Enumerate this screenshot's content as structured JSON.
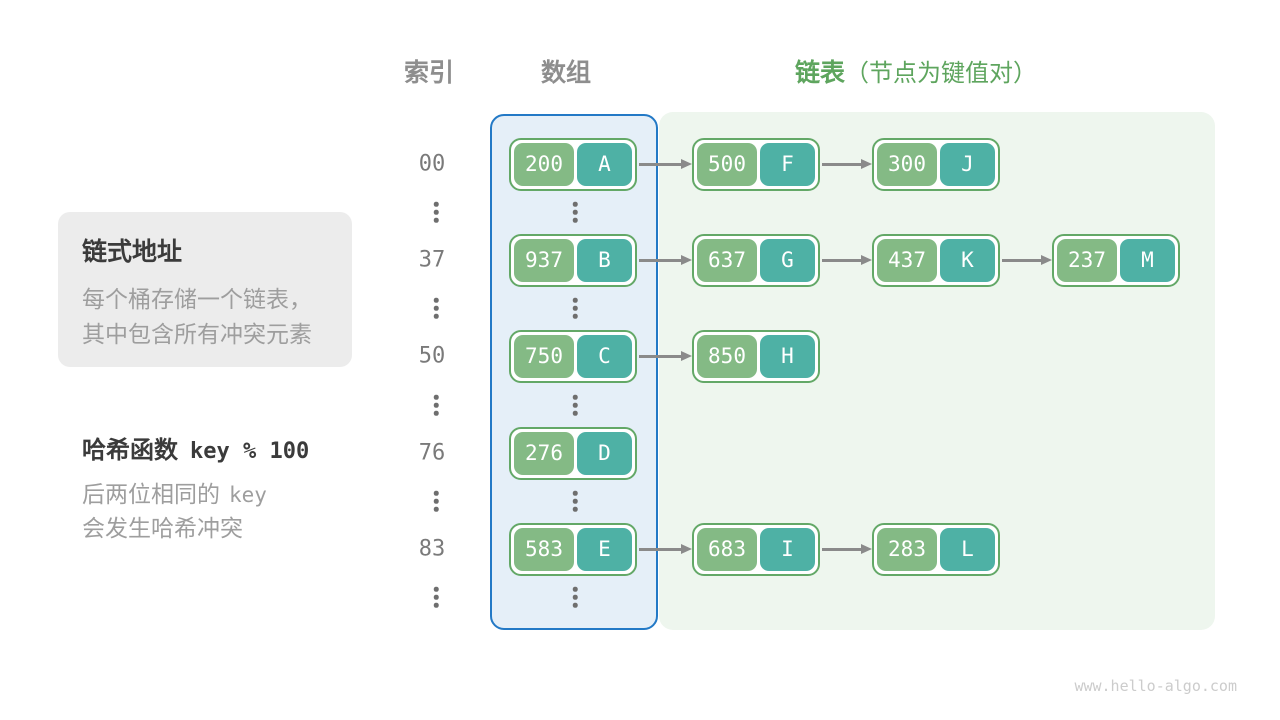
{
  "colors": {
    "key_cell": "#84ba85",
    "value_cell": "#4eb1a5",
    "node_border": "#63a867",
    "array_box_border": "#2379c6",
    "array_box_fill": "#e5eff8",
    "linked_list_fill": "#eef6ee",
    "accent_green_text": "#5ea55e"
  },
  "headers": {
    "index": "索引",
    "array": "数组",
    "linked_list": "链表",
    "linked_list_note": "（节点为键值对）"
  },
  "info_box": {
    "title": "链式地址",
    "line1": "每个桶存储一个链表，",
    "line2": "其中包含所有冲突元素"
  },
  "hash_note": {
    "label": "哈希函数",
    "code": "key % 100",
    "line2_text": "后两位相同的",
    "line2_code": "key",
    "line3": "会发生哈希冲突"
  },
  "hash_table": {
    "ellipsis": "⋮",
    "rows": [
      {
        "index": "00",
        "bucket": {
          "key": "200",
          "value": "A"
        },
        "chain": [
          {
            "key": "500",
            "value": "F"
          },
          {
            "key": "300",
            "value": "J"
          }
        ]
      },
      {
        "index": "37",
        "bucket": {
          "key": "937",
          "value": "B"
        },
        "chain": [
          {
            "key": "637",
            "value": "G"
          },
          {
            "key": "437",
            "value": "K"
          },
          {
            "key": "237",
            "value": "M"
          }
        ]
      },
      {
        "index": "50",
        "bucket": {
          "key": "750",
          "value": "C"
        },
        "chain": [
          {
            "key": "850",
            "value": "H"
          }
        ]
      },
      {
        "index": "76",
        "bucket": {
          "key": "276",
          "value": "D"
        },
        "chain": []
      },
      {
        "index": "83",
        "bucket": {
          "key": "583",
          "value": "E"
        },
        "chain": [
          {
            "key": "683",
            "value": "I"
          },
          {
            "key": "283",
            "value": "L"
          }
        ]
      }
    ]
  },
  "watermark": "www.hello-algo.com"
}
